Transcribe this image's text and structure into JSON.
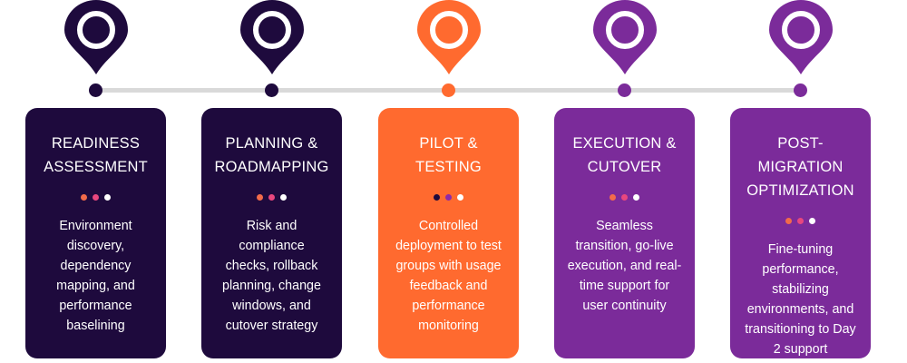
{
  "colors": {
    "dark": "#1e0a3d",
    "orange": "#ff6a2f",
    "purple": "#7b2b9a",
    "timeline": "#d9d9d9",
    "text": "#ffffff",
    "deco_coral": "#f26b4a",
    "deco_pink": "#e8477e",
    "deco_white": "#ffffff",
    "deco_dark": "#1e0a3d",
    "deco_violet": "#8e2aa8"
  },
  "phases": [
    {
      "color": "dark",
      "deco": [
        "deco_coral",
        "deco_pink",
        "deco_white"
      ],
      "title_lines": [
        "READINESS",
        "ASSESSMENT"
      ],
      "desc_lines": [
        "Environment",
        "discovery,",
        "dependency",
        "mapping, and",
        "performance",
        "baselining"
      ]
    },
    {
      "color": "dark",
      "deco": [
        "deco_coral",
        "deco_pink",
        "deco_white"
      ],
      "title_lines": [
        "PLANNING &",
        "ROADMAPPING"
      ],
      "desc_lines": [
        "Risk and",
        "compliance",
        "checks, rollback",
        "planning, change",
        "windows, and",
        "cutover strategy"
      ]
    },
    {
      "color": "orange",
      "deco": [
        "deco_dark",
        "deco_violet",
        "deco_white"
      ],
      "title_lines": [
        "PILOT &",
        "TESTING"
      ],
      "desc_lines": [
        "Controlled",
        "deployment to test",
        "groups with usage",
        "feedback and",
        "performance",
        "monitoring"
      ]
    },
    {
      "color": "purple",
      "deco": [
        "deco_coral",
        "deco_pink",
        "deco_white"
      ],
      "title_lines": [
        "EXECUTION &",
        "CUTOVER"
      ],
      "desc_lines": [
        "Seamless",
        "transition, go-live",
        "execution, and real-",
        "time support for",
        "user continuity"
      ]
    },
    {
      "color": "purple",
      "deco": [
        "deco_coral",
        "deco_pink",
        "deco_white"
      ],
      "title_lines": [
        "POST-MIGRATION",
        "OPTIMIZATION"
      ],
      "desc_lines": [
        "Fine-tuning",
        "performance,",
        "stabilizing",
        "environments, and",
        "transitioning to Day",
        "2 support"
      ]
    }
  ]
}
